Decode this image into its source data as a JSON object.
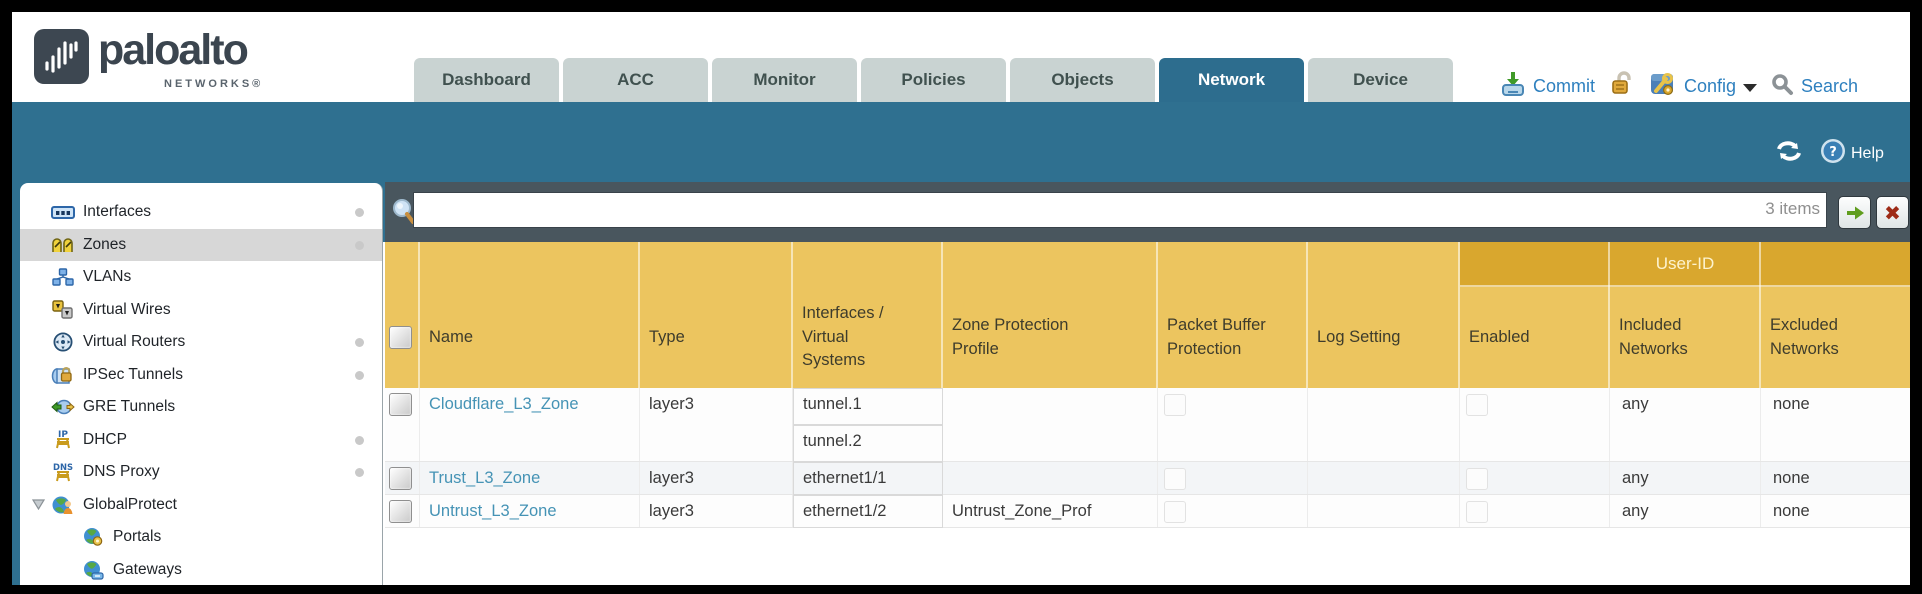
{
  "colors": {
    "teal": "#2f7090",
    "bar": "#49565e",
    "amber": "#ecc55f",
    "amber_dark": "#d9a72e",
    "link": "#4593b5",
    "toolbar_blue": "#2e80bf"
  },
  "header": {
    "brand": "paloalto",
    "brand_sub": "NETWORKS®",
    "tabs": [
      {
        "label": "Dashboard"
      },
      {
        "label": "ACC"
      },
      {
        "label": "Monitor"
      },
      {
        "label": "Policies"
      },
      {
        "label": "Objects"
      },
      {
        "label": "Network"
      },
      {
        "label": "Device"
      }
    ],
    "active_tab": "Network",
    "toolbar": {
      "commit": "Commit",
      "config": "Config",
      "search": "Search"
    }
  },
  "band": {
    "help": "Help"
  },
  "sidebar": {
    "items": [
      {
        "label": "Interfaces",
        "icon": "interfaces-icon",
        "dot": true
      },
      {
        "label": "Zones",
        "icon": "zones-icon",
        "dot": true,
        "selected": true
      },
      {
        "label": "VLANs",
        "icon": "vlans-icon"
      },
      {
        "label": "Virtual Wires",
        "icon": "virtual-wires-icon"
      },
      {
        "label": "Virtual Routers",
        "icon": "virtual-routers-icon",
        "dot": true
      },
      {
        "label": "IPSec Tunnels",
        "icon": "ipsec-tunnels-icon",
        "dot": true
      },
      {
        "label": "GRE Tunnels",
        "icon": "gre-tunnels-icon"
      },
      {
        "label": "DHCP",
        "icon": "dhcp-icon",
        "dot": true
      },
      {
        "label": "DNS Proxy",
        "icon": "dns-proxy-icon",
        "dot": true
      },
      {
        "label": "GlobalProtect",
        "icon": "globalprotect-icon",
        "expanded": true
      },
      {
        "label": "Portals",
        "icon": "portals-icon",
        "child": true
      },
      {
        "label": "Gateways",
        "icon": "gateways-icon",
        "child": true
      }
    ]
  },
  "filter": {
    "count": "3 items"
  },
  "table": {
    "group_header": "User-ID",
    "columns": [
      "Name",
      "Type",
      "Interfaces / Virtual Systems",
      "Zone Protection Profile",
      "Packet Buffer Protection",
      "Log Setting",
      "Enabled",
      "Included Networks",
      "Excluded Networks"
    ],
    "rows": [
      {
        "name": "Cloudflare_L3_Zone",
        "type": "layer3",
        "interfaces": [
          "tunnel.1",
          "tunnel.2"
        ],
        "zone_protection_profile": "",
        "packet_buffer_protection": "unchecked",
        "log_setting": "",
        "enabled": "unchecked",
        "included_networks": "any",
        "excluded_networks": "none"
      },
      {
        "name": "Trust_L3_Zone",
        "type": "layer3",
        "interfaces": [
          "ethernet1/1"
        ],
        "zone_protection_profile": "",
        "packet_buffer_protection": "unchecked",
        "log_setting": "",
        "enabled": "unchecked",
        "included_networks": "any",
        "excluded_networks": "none"
      },
      {
        "name": "Untrust_L3_Zone",
        "type": "layer3",
        "interfaces": [
          "ethernet1/2"
        ],
        "zone_protection_profile": "Untrust_Zone_Prof",
        "packet_buffer_protection": "unchecked",
        "log_setting": "",
        "enabled": "unchecked",
        "included_networks": "any",
        "excluded_networks": "none"
      }
    ]
  }
}
